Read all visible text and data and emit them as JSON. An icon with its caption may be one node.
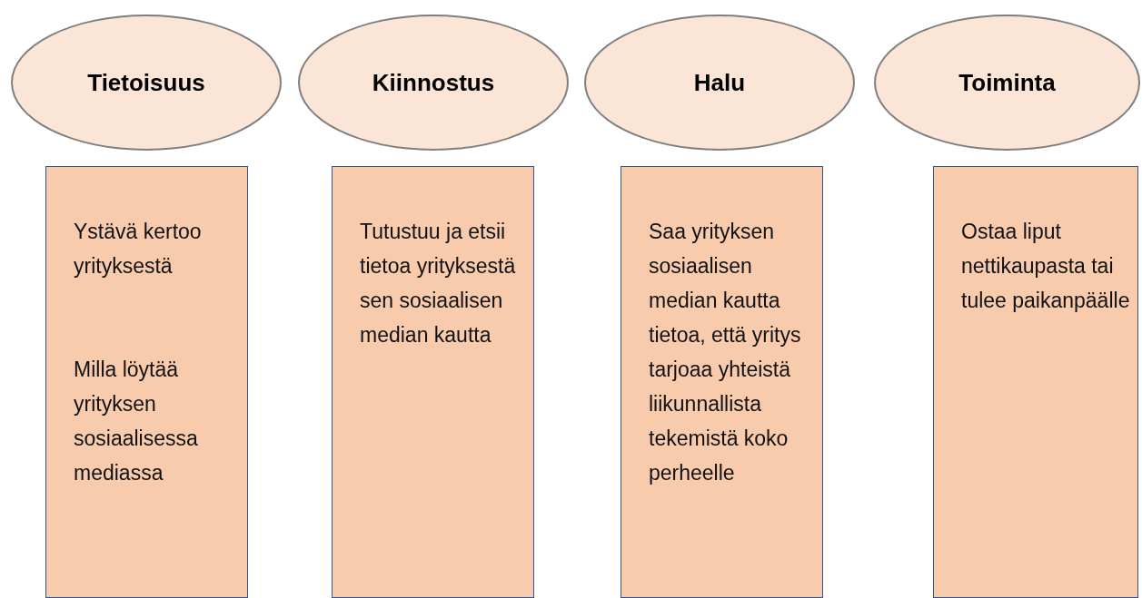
{
  "diagram": {
    "nodes": [
      {
        "text": [
          "Tietoisuus"
        ]
      },
      {
        "text": [
          "Kiinnostus"
        ]
      },
      {
        "text": [
          "Halu"
        ]
      },
      {
        "text": [
          "Toiminta"
        ]
      },
      {
        "text": [
          "Ystävä kertoo yrityksestä",
          "Milla löytää yrityksen sosiaalisessa mediassa"
        ]
      },
      {
        "text": [
          "Tutustuu ja etsii tietoa yrityksestä sen sosiaalisen median kautta"
        ]
      },
      {
        "text": [
          "Saa yrityksen sosiaalisen median kautta tietoa, että yritys tarjoaa yhteistä liikunnallista tekemistä koko perheelle"
        ]
      },
      {
        "text": [
          "Ostaa liput nettikaupasta tai tulee paikanpäälle"
        ]
      }
    ]
  }
}
